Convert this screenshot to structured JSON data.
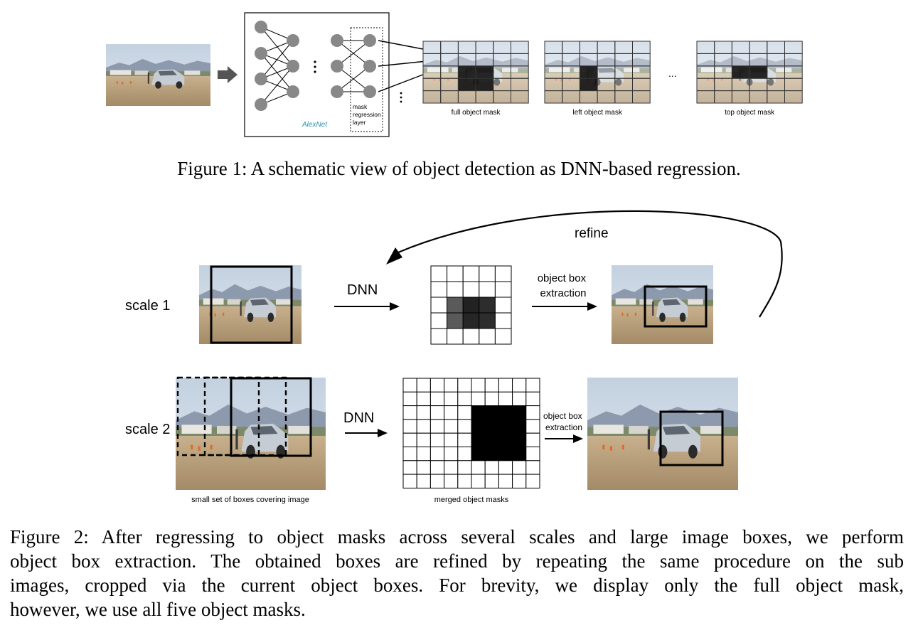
{
  "figure1": {
    "caption": "Figure 1:  A schematic view of object detection as DNN-based regression.",
    "network_label": "AlexNet",
    "layer_label_lines": [
      "mask",
      "regression",
      "layer"
    ],
    "ellipsis": "...",
    "masks": [
      {
        "label": "full object mask",
        "dark_cells": [
          [
            3,
            3
          ],
          [
            3,
            4
          ],
          [
            4,
            3
          ],
          [
            4,
            4
          ]
        ]
      },
      {
        "label": "left object mask",
        "dark_cells": [
          [
            3,
            3
          ],
          [
            4,
            3
          ]
        ]
      },
      {
        "label": "top object mask",
        "dark_cells": [
          [
            3,
            3
          ],
          [
            3,
            4
          ]
        ]
      }
    ]
  },
  "figure2": {
    "refine_label": "refine",
    "scale1_label": "scale 1",
    "scale2_label": "scale 2",
    "dnn_label": "DNN",
    "extraction_label_lines": [
      "object box",
      "extraction"
    ],
    "boxes_caption": "small set of boxes covering image",
    "merged_caption": "merged object masks",
    "caption_lines": [
      "Figure 2:  After regressing to object masks across several scales and large image boxes, we perform",
      "object box extraction.  The obtained boxes are refined by repeating the same procedure on the sub",
      "images, cropped via the current object boxes.  For brevity, we display only the full object mask,",
      "however, we use all five object masks."
    ]
  },
  "colors": {
    "mask_dark": "#111111",
    "mask_mid": "#5a5a5a",
    "node": "#888888",
    "arrow_gray": "#555555"
  }
}
